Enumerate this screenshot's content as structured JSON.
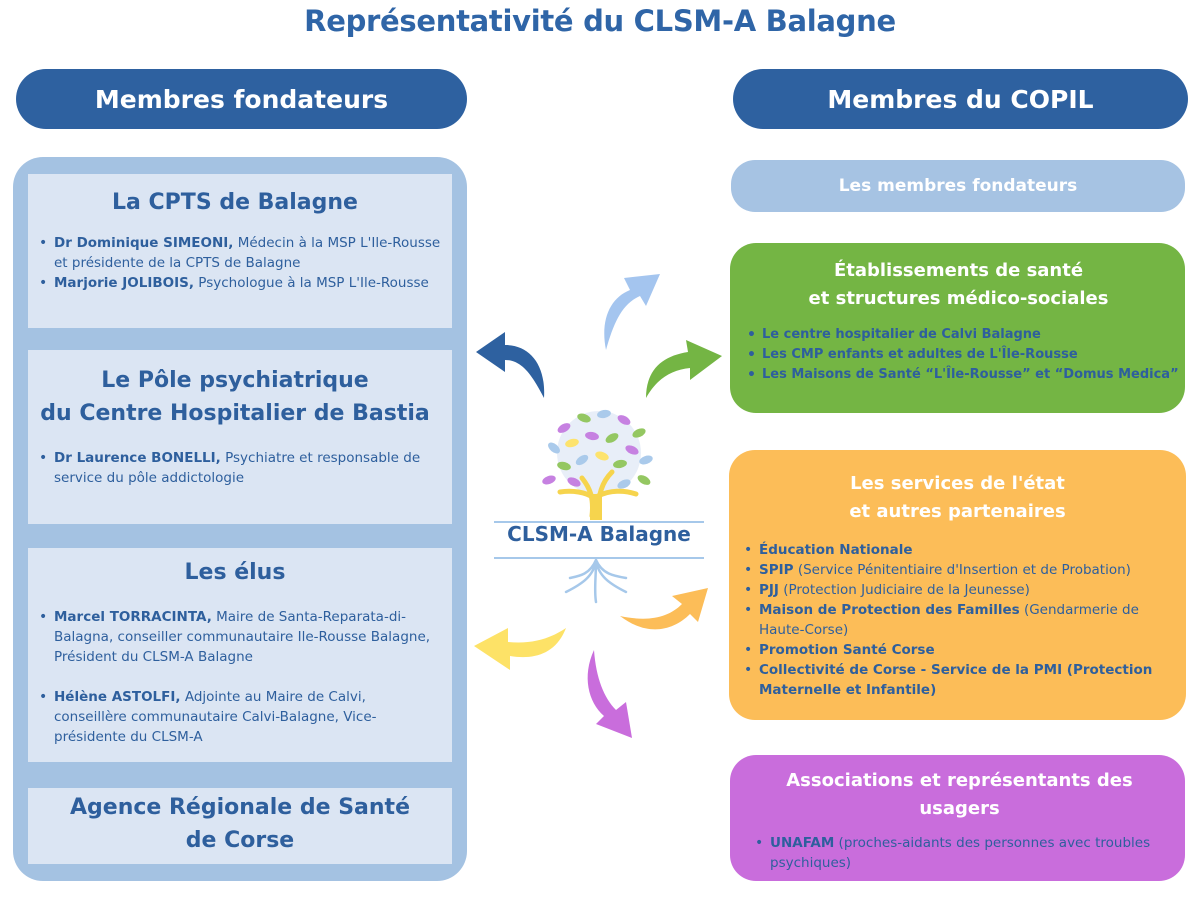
{
  "title": "Représentativité du CLSM-A Balagne",
  "left": {
    "header": "Membres fondateurs",
    "cards": [
      {
        "title_lines": [
          "La CPTS de Balagne"
        ],
        "items": [
          {
            "bold": "Dr Dominique SIMEONI,",
            "text": " Médecin à la MSP L'Ile-Rousse et présidente de la CPTS de Balagne"
          },
          {
            "bold": "Marjorie JOLIBOIS,",
            "text": " Psychologue à la MSP L'Ile-Rousse"
          }
        ]
      },
      {
        "title_lines": [
          "Le Pôle psychiatrique",
          "du Centre Hospitalier de Bastia"
        ],
        "items": [
          {
            "bold": "Dr Laurence BONELLI,",
            "text": " Psychiatre et responsable de service du pôle addictologie"
          }
        ]
      },
      {
        "title_lines": [
          "Les élus"
        ],
        "items": [
          {
            "bold": "Marcel TORRACINTA,",
            "text": " Maire de Santa-Reparata-di-Balagna, conseiller communautaire Ile-Rousse Balagne, Président du CLSM-A Balagne"
          },
          {
            "bold": "Hélène ASTOLFI,",
            "text": " Adjointe au Maire de Calvi, conseillère communautaire Calvi-Balagne, Vice-présidente du CLSM-A"
          }
        ]
      },
      {
        "title_lines": [
          "Agence Régionale de Santé",
          "de Corse"
        ],
        "items": []
      }
    ]
  },
  "center": {
    "label": "CLSM-A Balagne"
  },
  "right": {
    "header": "Membres du COPIL",
    "founders_pill": "Les membres fondateurs",
    "boxes": [
      {
        "title_lines": [
          "Établissements de santé",
          "et structures médico-sociales"
        ],
        "items": [
          {
            "bold": "Le centre hospitalier de Calvi Balagne",
            "text": ""
          },
          {
            "bold": "Les CMP enfants et adultes de L'Île-Rousse",
            "text": ""
          },
          {
            "bold": "Les Maisons de Santé “L'Île-Rousse” et “Domus Medica”",
            "text": ""
          }
        ]
      },
      {
        "title_lines": [
          "Les services de l'état",
          "et autres partenaires"
        ],
        "items": [
          {
            "bold": "Éducation Nationale",
            "text": ""
          },
          {
            "bold": "SPIP",
            "text": " (Service Pénitentiaire d'Insertion et de Probation)"
          },
          {
            "bold": "PJJ",
            "text": " (Protection Judiciaire de la Jeunesse)"
          },
          {
            "bold": "Maison de Protection des Familles",
            "text": " (Gendarmerie de Haute-Corse)"
          },
          {
            "bold": "Promotion Santé Corse",
            "text": ""
          },
          {
            "bold": "Collectivité de Corse - Service de la PMI (Protection Maternelle et Infantile)",
            "text": ""
          }
        ]
      },
      {
        "title_lines": [
          "Associations et représentants des",
          "usagers"
        ],
        "items": [
          {
            "bold": "UNAFAM",
            "text": " (proches-aidants des personnes avec troubles psychiques)"
          }
        ]
      }
    ]
  },
  "colors": {
    "dark_blue": "#2e61a0",
    "light_blue": "#a4c2e2",
    "card_blue": "#dbe5f3",
    "green": "#74b544",
    "orange": "#fcbd58",
    "purple": "#c96ddc",
    "yellow": "#fde267"
  }
}
